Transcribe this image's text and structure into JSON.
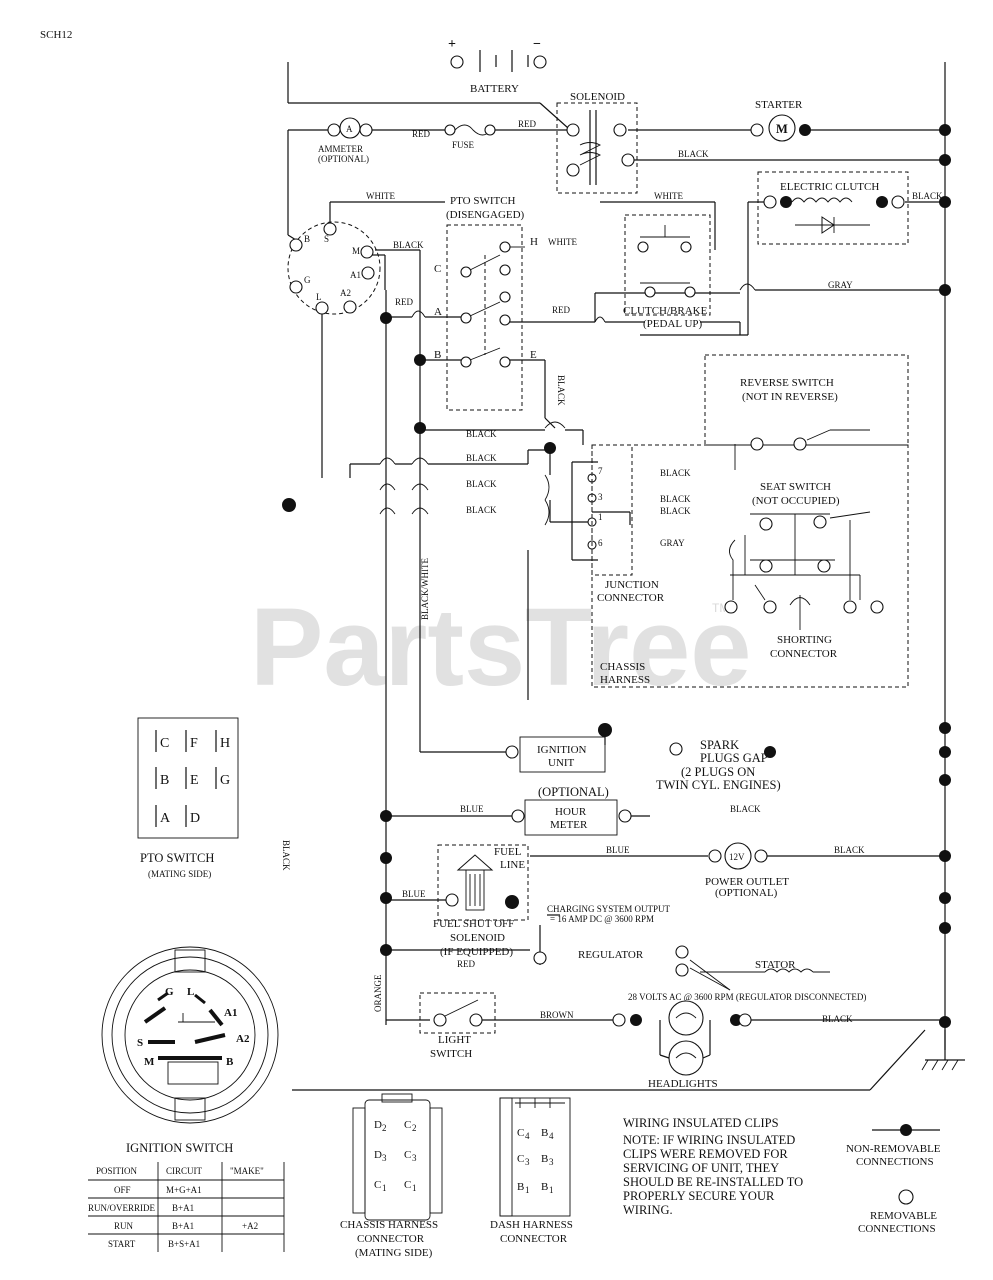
{
  "page": {
    "code": "SCH12"
  },
  "watermark": {
    "text": "PartsTree",
    "tm": "TM"
  },
  "battery": {
    "label": "BATTERY",
    "plus": "+",
    "minus": "−"
  },
  "solenoid": {
    "label": "SOLENOID"
  },
  "starter": {
    "label": "STARTER",
    "symbol": "M"
  },
  "ammeter": {
    "label": "AMMETER",
    "sub": "(OPTIONAL)",
    "symbol": "A"
  },
  "fuse": {
    "label": "FUSE"
  },
  "pto_switch": {
    "label": "PTO SWITCH",
    "sub": "(DISENGAGED)",
    "terminals": [
      "H",
      "C",
      "A",
      "B",
      "E"
    ]
  },
  "electric_clutch": {
    "label": "ELECTRIC CLUTCH"
  },
  "clutch_brake": {
    "label": "CLUTCH/BRAKE",
    "sub": "(PEDAL UP)"
  },
  "ignition_terminals": [
    "S",
    "B",
    "M",
    "A1",
    "G",
    "L",
    "A2"
  ],
  "reverse_switch": {
    "label": "REVERSE SWITCH",
    "sub": "(NOT IN REVERSE)"
  },
  "seat_switch": {
    "label": "SEAT SWITCH",
    "sub": "(NOT OCCUPIED)"
  },
  "junction": {
    "label": "JUNCTION",
    "sub": "CONNECTOR",
    "pins": [
      "7",
      "3",
      "1",
      "6"
    ]
  },
  "shorting": {
    "label": "SHORTING",
    "sub": "CONNECTOR"
  },
  "chassis_harness": {
    "label": "CHASSIS",
    "sub": "HARNESS"
  },
  "ignition_unit": {
    "label": "IGNITION",
    "sub": "UNIT"
  },
  "spark": {
    "line1": "SPARK",
    "line2": "PLUGS GAP",
    "line3": "(2 PLUGS ON",
    "line4": "TWIN CYL. ENGINES)"
  },
  "hour_meter": {
    "optional": "(OPTIONAL)",
    "line1": "HOUR",
    "line2": "METER"
  },
  "fuel_line": {
    "line1": "FUEL",
    "line2": "LINE"
  },
  "fuel_solenoid": {
    "line1": "FUEL SHUT OFF",
    "line2": "SOLENOID",
    "line3": "(IF EQUIPPED)"
  },
  "power_outlet": {
    "symbol": "12V",
    "label": "POWER OUTLET",
    "sub": "(OPTIONAL)"
  },
  "charging": {
    "line1": "CHARGING SYSTEM OUTPUT",
    "line2": "= 16 AMP DC @ 3600 RPM"
  },
  "regulator": {
    "label": "REGULATOR"
  },
  "stator": {
    "label": "STATOR"
  },
  "stator_volts": {
    "text": "28 VOLTS AC @ 3600 RPM (REGULATOR DISCONNECTED)"
  },
  "light_switch": {
    "line1": "LIGHT",
    "line2": "SWITCH"
  },
  "headlights": {
    "label": "HEADLIGHTS"
  },
  "wire_colors": {
    "red": "RED",
    "black": "BLACK",
    "white": "WHITE",
    "gray": "GRAY",
    "blue": "BLUE",
    "orange": "ORANGE",
    "brown": "BROWN",
    "black_white": "BLACK/WHITE"
  },
  "pto_legend": {
    "rows": [
      [
        "C",
        "F",
        "H"
      ],
      [
        "B",
        "E",
        "G"
      ],
      [
        "A",
        "D"
      ]
    ],
    "title": "PTO SWITCH",
    "sub": "(MATING SIDE)"
  },
  "ignition_switch": {
    "terminals": [
      "G",
      "L",
      "A1",
      "A2",
      "S",
      "M",
      "B"
    ],
    "title": "IGNITION SWITCH",
    "table": {
      "headers": [
        "POSITION",
        "CIRCUIT",
        "\"MAKE\""
      ],
      "rows": [
        [
          "OFF",
          "M+G+A1",
          ""
        ],
        [
          "RUN/OVERRIDE",
          "B+A1",
          ""
        ],
        [
          "RUN",
          "B+A1",
          "+A2"
        ],
        [
          "START",
          "B+S+A1",
          ""
        ]
      ]
    }
  },
  "chassis_connector": {
    "pins": [
      "D",
      "C",
      "D",
      "C",
      "C",
      "C"
    ],
    "subs": [
      "2",
      "2",
      "3",
      "3",
      "1",
      "1"
    ],
    "line1": "CHASSIS HARNESS",
    "line2": "CONNECTOR",
    "line3": "(MATING SIDE)"
  },
  "dash_connector": {
    "pins": [
      "C",
      "B",
      "C",
      "B",
      "B",
      "B"
    ],
    "subs": [
      "4",
      "4",
      "3",
      "3",
      "1",
      "1"
    ],
    "line1": "DASH HARNESS",
    "line2": "CONNECTOR"
  },
  "notes": {
    "title": "WIRING INSULATED CLIPS",
    "lines": [
      "NOTE: IF WIRING INSULATED",
      "CLIPS WERE REMOVED FOR",
      "SERVICING OF UNIT, THEY",
      "SHOULD BE RE-INSTALLED TO",
      "PROPERLY SECURE YOUR",
      "WIRING."
    ]
  },
  "legend": {
    "non_removable": [
      "NON-REMOVABLE",
      "CONNECTIONS"
    ],
    "removable": [
      "REMOVABLE",
      "CONNECTIONS"
    ]
  }
}
